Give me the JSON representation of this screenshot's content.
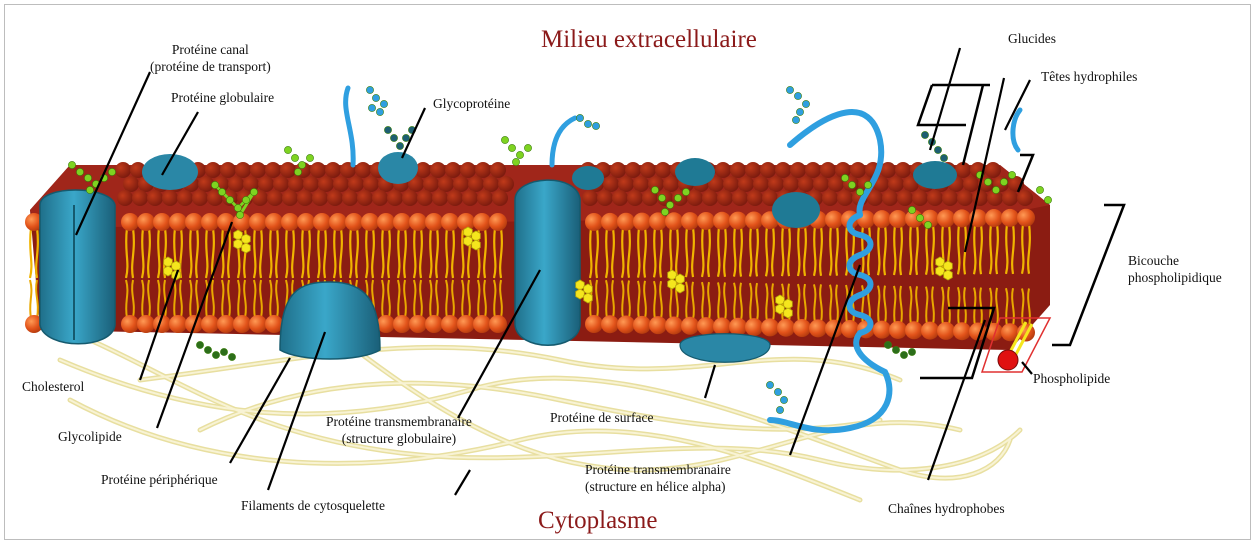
{
  "regions": {
    "top": "Milieu extracellulaire",
    "bottom": "Cytoplasme"
  },
  "labels": {
    "channel_protein_line1": "Protéine canal",
    "channel_protein_line2": "(protéine de transport)",
    "globular_protein": "Protéine globulaire",
    "glycoprotein": "Glycoprotéine",
    "cholesterol": "Cholesterol",
    "glycolipid": "Glycolipide",
    "peripheral_protein": "Protéine périphérique",
    "cytoskeleton_filaments": "Filaments de cytosquelette",
    "transmembrane_globular_line1": "Protéine transmembranaire",
    "transmembrane_globular_line2": "(structure globulaire)",
    "surface_protein": "Protéine de surface",
    "transmembrane_helix_line1": "Protéine transmembranaire",
    "transmembrane_helix_line2": "(structure en hélice alpha)",
    "carbohydrates": "Glucides",
    "hydrophilic_heads": "Têtes hydrophiles",
    "bilayer_line1": "Bicouche",
    "bilayer_line2": "phospholipidique",
    "phospholipid": "Phospholipide",
    "hydrophobic_chains": "Chaînes hydrophobes"
  },
  "colors": {
    "head_orange": "#e2531a",
    "head_dark": "#8b1c12",
    "tail_yellow": "#f0b400",
    "protein_teal": "#2e8fb0",
    "protein_dark": "#1d6c84",
    "sugar_green": "#7ed321",
    "sugar_blue": "#2f9fe0",
    "cholesterol_yellow": "#f5e61d",
    "filament": "#f3ecb8",
    "region_text": "#8b1a1a"
  }
}
